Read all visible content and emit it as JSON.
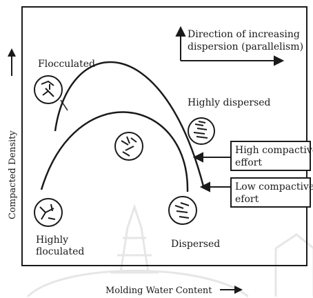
{
  "axes": {
    "y_label": "Compacted Density",
    "x_label": "Molding Water Content"
  },
  "annotations": {
    "direction_line1": "Direction of increasing",
    "direction_line2": "dispersion (parallelism)",
    "flocculated": "Flocculated",
    "highly_dispersed": "Highly dispersed",
    "highly_flocculated_line1": "Highly",
    "highly_flocculated_line2": "floculated",
    "dispersed": "Dispersed",
    "high_effort_line1": "High compactive",
    "high_effort_line2": "effort",
    "low_effort_line1": "Low compactive",
    "low_effort_line2": "efort"
  },
  "curves": [
    {
      "name": "High compactive effort"
    },
    {
      "name": "Low compactive effort"
    }
  ],
  "colors": {
    "ink": "#1a1a1a",
    "watermark": "#e6e6e6",
    "background": "#ffffff"
  }
}
